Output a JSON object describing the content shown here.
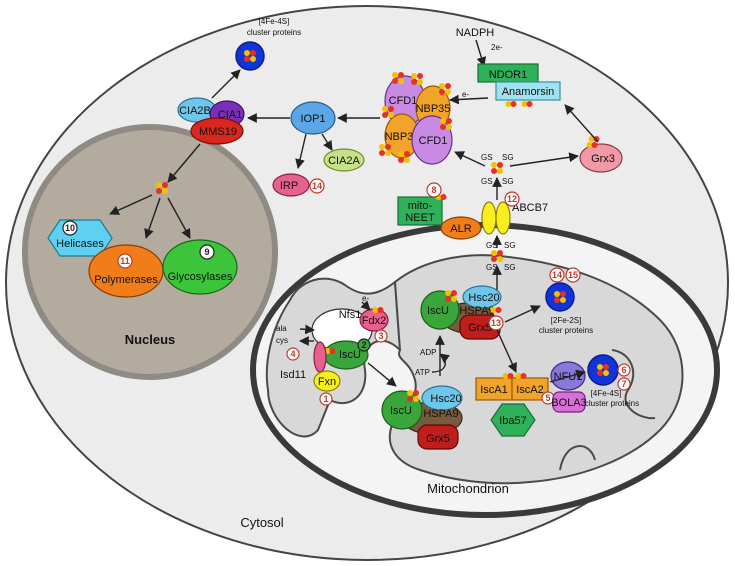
{
  "compartments": {
    "cytosol": "Cytosol",
    "nucleus": "Nucleus",
    "mitochondrion": "Mitochondrion"
  },
  "cytosol_labels": {
    "fe4s4_top": "[4Fe-4S]",
    "cluster_proteins_top": "cluster proteins",
    "nadph": "NADPH",
    "two_e": "2e-",
    "e_minus": "e-",
    "gs": "GS",
    "sg": "SG"
  },
  "proteins": {
    "ndor1": "NDOR1",
    "anamorsin": "Anamorsin",
    "cfd1": "CFD1",
    "nbp35": "NBP35",
    "iop1": "IOP1",
    "cia2a": "CIA2A",
    "irp": "IRP",
    "cia2b": "CIA2B",
    "cia1": "CIA1",
    "mms19": "MMS19",
    "grx3": "Grx3",
    "mitoneet": "mito-\nNEET",
    "mitoneet_l1": "mito-",
    "mitoneet_l2": "NEET",
    "alr": "ALR",
    "abcb7": "ABCB7",
    "helicases": "Helicases",
    "polymerases": "Polymerases",
    "glycosylases": "Glycosylases",
    "nfs1": "Nfs1",
    "iscu": "IscU",
    "fdx2": "Fdx2",
    "isd11": "Isd11",
    "fxn": "Fxn",
    "hsc20": "Hsc20",
    "hspa9": "HSPA9",
    "grx5": "Grx5",
    "isca1": "IscA1",
    "isca2": "IscA2",
    "iba57": "Iba57",
    "nfu1": "NFU1",
    "bola3": "BOLA3"
  },
  "mito_labels": {
    "ala": "ala",
    "cys": "cys",
    "adp": "ADP",
    "atp": "ATP",
    "fe2s2": "[2Fe-2S]",
    "cluster_proteins_2fe": "cluster proteins",
    "fe4s4": "[4Fe-4S]",
    "cluster_proteins_4fe": "cluster proteins",
    "e_minus": "e-"
  },
  "numbers": {
    "n1": "1",
    "n2": "2",
    "n3": "3",
    "n4": "4",
    "n5": "5",
    "n6": "6",
    "n7": "7",
    "n8": "8",
    "n9": "9",
    "n10": "10",
    "n11": "11",
    "n12": "12",
    "n13": "13",
    "n14": "14",
    "n15": "15",
    "n14b": "14"
  },
  "colors": {
    "cell_fill": "#ececec",
    "nucleus_fill": "#b3ab9e",
    "mito_fill": "#dcdcdc",
    "cluster_yellow": "#f2c200",
    "cluster_red": "#e53222"
  }
}
